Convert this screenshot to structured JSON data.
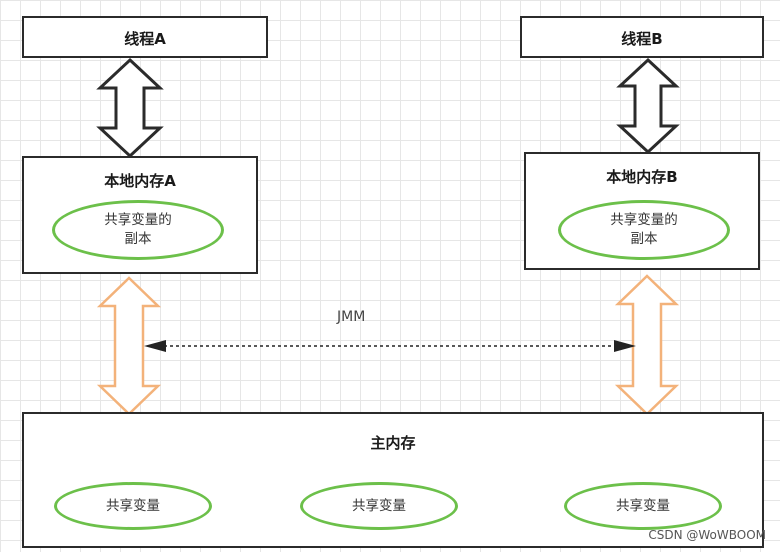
{
  "thread_a": {
    "label": "线程A"
  },
  "thread_b": {
    "label": "线程B"
  },
  "local_memory_a": {
    "title": "本地内存A",
    "copy_line1": "共享变量的",
    "copy_line2": "副本"
  },
  "local_memory_b": {
    "title": "本地内存B",
    "copy_line1": "共享变量的",
    "copy_line2": "副本"
  },
  "jmm": {
    "label": "JMM"
  },
  "main_memory": {
    "title": "主内存",
    "shared_variables": [
      "共享变量",
      "共享变量",
      "共享变量"
    ]
  },
  "watermark": "CSDN @WoWBOOM",
  "colors": {
    "border": "#2b2b2b",
    "ellipse_outline": "#6cc04a",
    "orange_arrow": "#f3b27a",
    "black_arrow": "#2b2b2b",
    "jmm_line": "#222222",
    "grid": "#e6e6e6"
  }
}
